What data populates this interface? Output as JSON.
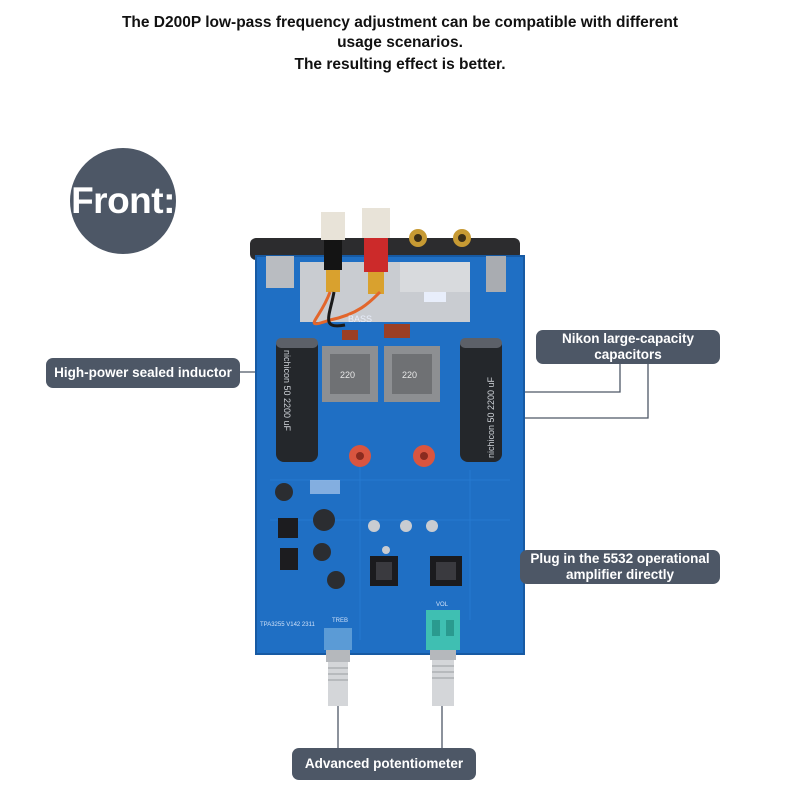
{
  "headline": {
    "line1": "The D200P low-pass frequency adjustment can be compatible with different",
    "line2": "usage scenarios.",
    "line3": "The resulting effect is better."
  },
  "badge": {
    "label": "Front:"
  },
  "callouts": {
    "inductor": "High-power sealed inductor",
    "capacitors_line1": "Nikon large-capacity",
    "capacitors_line2": "capacitors",
    "opamp_line1": "Plug in the 5532 operational",
    "opamp_line2": "amplifier directly",
    "potentiometer": "Advanced potentiometer"
  },
  "board": {
    "bass_label": "BASS",
    "inductor_marking": "220",
    "capacitor_marking_left": "nichicon 50 2200 uF",
    "capacitor_marking_right": "nichicon 50 2200 uF",
    "silkscreen_bottom": "TPA3255 V142 2311",
    "pot_label_left": "TREB",
    "pot_label_right": "VOL",
    "pcb_color": "#1f6fc4",
    "knob_color_right": "#3fbfb2",
    "knob_color_left": "#5b9bd6"
  }
}
